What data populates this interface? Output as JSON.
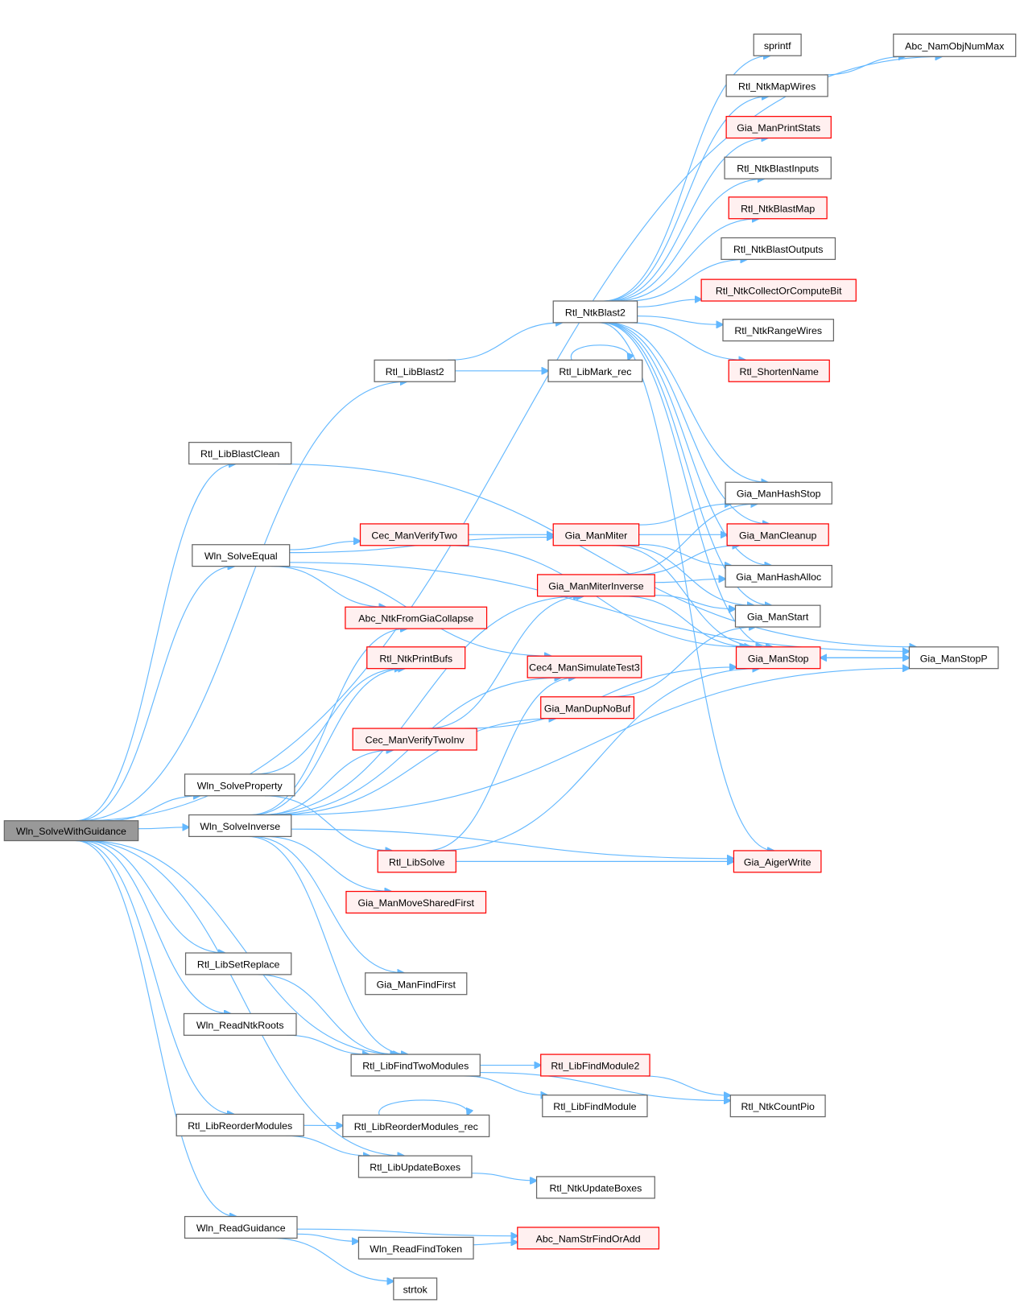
{
  "graph": {
    "type": "call-graph",
    "colors": {
      "edge": "#63b8ff",
      "root_fill": "#999999",
      "red_border": "#ff0000",
      "red_fill": "#fff0f0",
      "plain_border": "#666666"
    },
    "nodes": [
      {
        "id": "root",
        "label": "Wln_SolveWithGuidance",
        "style": "root"
      },
      {
        "id": "abcnamobj",
        "label": "Abc_NamObjNumMax",
        "style": "plain"
      },
      {
        "id": "sprintf",
        "label": "sprintf",
        "style": "plain"
      },
      {
        "id": "mapwires",
        "label": "Rtl_NtkMapWires",
        "style": "plain"
      },
      {
        "id": "printstats",
        "label": "Gia_ManPrintStats",
        "style": "red"
      },
      {
        "id": "blastinputs",
        "label": "Rtl_NtkBlastInputs",
        "style": "plain"
      },
      {
        "id": "blastmap",
        "label": "Rtl_NtkBlastMap",
        "style": "red"
      },
      {
        "id": "blastoutputs",
        "label": "Rtl_NtkBlastOutputs",
        "style": "plain"
      },
      {
        "id": "collect",
        "label": "Rtl_NtkCollectOrComputeBit",
        "style": "red"
      },
      {
        "id": "ntkblast2",
        "label": "Rtl_NtkBlast2",
        "style": "plain"
      },
      {
        "id": "rangewires",
        "label": "Rtl_NtkRangeWires",
        "style": "plain"
      },
      {
        "id": "libblast2",
        "label": "Rtl_LibBlast2",
        "style": "plain"
      },
      {
        "id": "libmark",
        "label": "Rtl_LibMark_rec",
        "style": "plain"
      },
      {
        "id": "shorten",
        "label": "Rtl_ShortenName",
        "style": "red"
      },
      {
        "id": "blastclean",
        "label": "Rtl_LibBlastClean",
        "style": "plain"
      },
      {
        "id": "hashstop",
        "label": "Gia_ManHashStop",
        "style": "plain"
      },
      {
        "id": "solveequal",
        "label": "Wln_SolveEqual",
        "style": "plain"
      },
      {
        "id": "verifytwo",
        "label": "Cec_ManVerifyTwo",
        "style": "red"
      },
      {
        "id": "miter",
        "label": "Gia_ManMiter",
        "style": "red"
      },
      {
        "id": "cleanup",
        "label": "Gia_ManCleanup",
        "style": "red"
      },
      {
        "id": "miterinv",
        "label": "Gia_ManMiterInverse",
        "style": "red"
      },
      {
        "id": "hashalloc",
        "label": "Gia_ManHashAlloc",
        "style": "plain"
      },
      {
        "id": "fromgia",
        "label": "Abc_NtkFromGiaCollapse",
        "style": "red"
      },
      {
        "id": "manstart",
        "label": "Gia_ManStart",
        "style": "plain"
      },
      {
        "id": "printbufs",
        "label": "Rtl_NtkPrintBufs",
        "style": "red"
      },
      {
        "id": "simtest",
        "label": "Cec4_ManSimulateTest3",
        "style": "red"
      },
      {
        "id": "manstop",
        "label": "Gia_ManStop",
        "style": "red"
      },
      {
        "id": "manstopp",
        "label": "Gia_ManStopP",
        "style": "plain"
      },
      {
        "id": "dupnobuf",
        "label": "Gia_ManDupNoBuf",
        "style": "red"
      },
      {
        "id": "verifytwoinv",
        "label": "Cec_ManVerifyTwoInv",
        "style": "red"
      },
      {
        "id": "solveprop",
        "label": "Wln_SolveProperty",
        "style": "plain"
      },
      {
        "id": "solveinv",
        "label": "Wln_SolveInverse",
        "style": "plain"
      },
      {
        "id": "libsolve",
        "label": "Rtl_LibSolve",
        "style": "red"
      },
      {
        "id": "aigerwrite",
        "label": "Gia_AigerWrite",
        "style": "red"
      },
      {
        "id": "movesf",
        "label": "Gia_ManMoveSharedFirst",
        "style": "red"
      },
      {
        "id": "setreplace",
        "label": "Rtl_LibSetReplace",
        "style": "plain"
      },
      {
        "id": "findfirst",
        "label": "Gia_ManFindFirst",
        "style": "plain"
      },
      {
        "id": "readntkroots",
        "label": "Wln_ReadNtkRoots",
        "style": "plain"
      },
      {
        "id": "findtwo",
        "label": "Rtl_LibFindTwoModules",
        "style": "plain"
      },
      {
        "id": "findmod2",
        "label": "Rtl_LibFindModule2",
        "style": "red"
      },
      {
        "id": "findmod",
        "label": "Rtl_LibFindModule",
        "style": "plain"
      },
      {
        "id": "countpio",
        "label": "Rtl_NtkCountPio",
        "style": "plain"
      },
      {
        "id": "reorder",
        "label": "Rtl_LibReorderModules",
        "style": "plain"
      },
      {
        "id": "reorderrec",
        "label": "Rtl_LibReorderModules_rec",
        "style": "plain"
      },
      {
        "id": "updateboxes",
        "label": "Rtl_LibUpdateBoxes",
        "style": "plain"
      },
      {
        "id": "ntkupdate",
        "label": "Rtl_NtkUpdateBoxes",
        "style": "plain"
      },
      {
        "id": "readguid",
        "label": "Wln_ReadGuidance",
        "style": "plain"
      },
      {
        "id": "findtoken",
        "label": "Wln_ReadFindToken",
        "style": "plain"
      },
      {
        "id": "strfind",
        "label": "Abc_NamStrFindOrAdd",
        "style": "red"
      },
      {
        "id": "strtok",
        "label": "strtok",
        "style": "plain"
      }
    ],
    "edges": [
      [
        "root",
        "abcnamobj"
      ],
      [
        "root",
        "libblast2"
      ],
      [
        "root",
        "blastclean"
      ],
      [
        "root",
        "solveequal"
      ],
      [
        "root",
        "solveprop"
      ],
      [
        "root",
        "solveinv"
      ],
      [
        "root",
        "findtwo"
      ],
      [
        "root",
        "setreplace"
      ],
      [
        "root",
        "readntkroots"
      ],
      [
        "root",
        "reorder"
      ],
      [
        "root",
        "updateboxes"
      ],
      [
        "root",
        "readguid"
      ],
      [
        "libblast2",
        "ntkblast2"
      ],
      [
        "libblast2",
        "libmark"
      ],
      [
        "libmark",
        "libmark"
      ],
      [
        "ntkblast2",
        "sprintf"
      ],
      [
        "ntkblast2",
        "mapwires"
      ],
      [
        "ntkblast2",
        "printstats"
      ],
      [
        "ntkblast2",
        "blastinputs"
      ],
      [
        "ntkblast2",
        "blastmap"
      ],
      [
        "ntkblast2",
        "blastoutputs"
      ],
      [
        "ntkblast2",
        "collect"
      ],
      [
        "ntkblast2",
        "rangewires"
      ],
      [
        "ntkblast2",
        "shorten"
      ],
      [
        "ntkblast2",
        "hashstop"
      ],
      [
        "ntkblast2",
        "cleanup"
      ],
      [
        "ntkblast2",
        "hashalloc"
      ],
      [
        "ntkblast2",
        "manstart"
      ],
      [
        "ntkblast2",
        "manstop"
      ],
      [
        "ntkblast2",
        "aigerwrite"
      ],
      [
        "mapwires",
        "abcnamobj"
      ],
      [
        "blastclean",
        "manstopp"
      ],
      [
        "solveequal",
        "manstopp"
      ],
      [
        "solveequal",
        "miter"
      ],
      [
        "solveequal",
        "verifytwo"
      ],
      [
        "solveequal",
        "fromgia"
      ],
      [
        "solveequal",
        "simtest"
      ],
      [
        "verifytwo",
        "miter"
      ],
      [
        "verifytwo",
        "manstop"
      ],
      [
        "miter",
        "hashstop"
      ],
      [
        "miter",
        "cleanup"
      ],
      [
        "miter",
        "hashalloc"
      ],
      [
        "miter",
        "manstart"
      ],
      [
        "miter",
        "manstop"
      ],
      [
        "miterinv",
        "hashstop"
      ],
      [
        "miterinv",
        "cleanup"
      ],
      [
        "miterinv",
        "hashalloc"
      ],
      [
        "miterinv",
        "manstart"
      ],
      [
        "miterinv",
        "manstop"
      ],
      [
        "manstop",
        "manstopp"
      ],
      [
        "manstopp",
        "manstop"
      ],
      [
        "dupnobuf",
        "manstart"
      ],
      [
        "verifytwoinv",
        "miterinv"
      ],
      [
        "verifytwoinv",
        "manstop"
      ],
      [
        "solveprop",
        "printbufs"
      ],
      [
        "solveprop",
        "libsolve"
      ],
      [
        "solveinv",
        "fromgia"
      ],
      [
        "solveinv",
        "printbufs"
      ],
      [
        "solveinv",
        "miterinv"
      ],
      [
        "solveinv",
        "verifytwoinv"
      ],
      [
        "solveinv",
        "simtest"
      ],
      [
        "solveinv",
        "dupnobuf"
      ],
      [
        "solveinv",
        "movesf"
      ],
      [
        "solveinv",
        "aigerwrite"
      ],
      [
        "solveinv",
        "findfirst"
      ],
      [
        "solveinv",
        "manstopp"
      ],
      [
        "solveinv",
        "findtwo"
      ],
      [
        "libsolve",
        "simtest"
      ],
      [
        "libsolve",
        "manstop"
      ],
      [
        "libsolve",
        "aigerwrite"
      ],
      [
        "setreplace",
        "findtwo"
      ],
      [
        "readntkroots",
        "findtwo"
      ],
      [
        "findtwo",
        "findmod2"
      ],
      [
        "findtwo",
        "findmod"
      ],
      [
        "findtwo",
        "countpio"
      ],
      [
        "findmod2",
        "countpio"
      ],
      [
        "reorder",
        "reorderrec"
      ],
      [
        "reorderrec",
        "reorderrec"
      ],
      [
        "reorder",
        "updateboxes"
      ],
      [
        "updateboxes",
        "ntkupdate"
      ],
      [
        "readguid",
        "strfind"
      ],
      [
        "readguid",
        "findtoken"
      ],
      [
        "readguid",
        "strtok"
      ],
      [
        "findtoken",
        "strfind"
      ]
    ]
  }
}
